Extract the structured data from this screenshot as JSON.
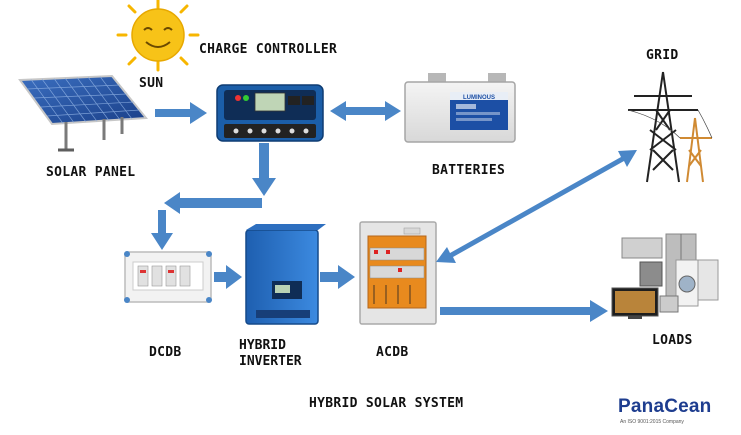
{
  "labels": {
    "sun": "SUN",
    "charge_controller": "CHARGE CONTROLLER",
    "grid": "GRID",
    "solar_panel": "SOLAR PANEL",
    "batteries": "BATTERIES",
    "dcdb": "DCDB",
    "hybrid_inverter_line1": "HYBRID",
    "hybrid_inverter_line2": "INVERTER",
    "acdb": "ACDB",
    "loads": "LOADS",
    "footer_title": "HYBRID SOLAR SYSTEM"
  },
  "logo": {
    "brand": "PanaCean",
    "certification": "An ISO 9001:2015 Company"
  },
  "battery": {
    "brand": "LUMINOUS"
  },
  "colors": {
    "arrow": "#4a86c7",
    "sun": "#f7c318",
    "panel": "#1f4fa0",
    "controller": "#1b5ea8",
    "inverter": "#2a74c6",
    "acdb_interior": "#e88a1e",
    "brand": "#1e3d8f"
  }
}
